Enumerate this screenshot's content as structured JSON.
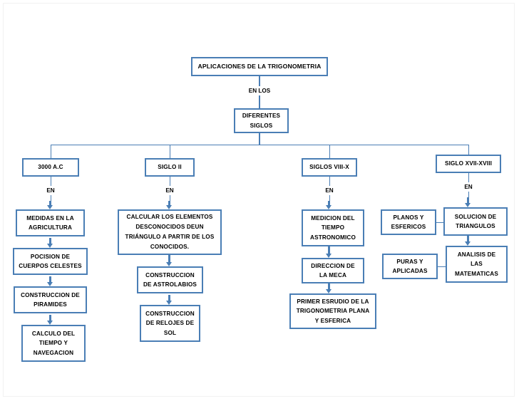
{
  "diagram": {
    "title": "APLICACIONES DE LA TRIGONOMETRIA",
    "type": "flowchart",
    "accent_color": "#4A7EB5",
    "background_color": "#FFFFFF",
    "text_color": "#000000",
    "root": {
      "label": "APLICACIONES DE LA TRIGONOMETRIA"
    },
    "connector_labels": {
      "root_to_hub": "EN LOS",
      "branch_1": "EN",
      "branch_2": "EN",
      "branch_3": "EN",
      "branch_4": "EN"
    },
    "hub": {
      "label": "DIFERENTES\nSIGLOS"
    },
    "branches": [
      {
        "era": "3000 A.C",
        "connector": "EN",
        "steps": [
          "MEDIDAS EN LA\nAGRICULTURA",
          "POCISION DE\nCUERPOS CELESTES",
          "CONSTRUCCION DE\nPIRAMIDES",
          "CALCULO DEL\nTIEMPO Y\nNAVEGACION"
        ]
      },
      {
        "era": "SIGLO II",
        "connector": "EN",
        "steps": [
          "CALCULAR LOS ELEMENTOS\nDESCONOCIDOS DEUN\nTRIÁNGULO A PARTIR DE LOS\nCONOCIDOS.",
          "CONSTRUCCION\nDE ASTROLABIOS",
          "CONSTRUCCION\nDE RELOJES DE\nSOL"
        ]
      },
      {
        "era": "SIGLOS VIII-X",
        "connector": "EN",
        "steps": [
          "MEDICION DEL\nTIEMPO\nASTRONOMICO",
          "DIRECCION DE\nLA MECA",
          "PRIMER ESRUDIO DE LA\nTRIGONOMETRIA PLANA\nY ESFERICA"
        ]
      },
      {
        "era": "SIGLO XVII-XVIII",
        "connector": "EN",
        "steps": [
          "SOLUCION DE\nTRIANGULOS",
          "ANALISIS DE\nLAS\nMATEMATICAS"
        ],
        "annotations": [
          "PLANOS Y\nESFERICOS",
          "PURAS Y\nAPLICADAS"
        ]
      }
    ]
  }
}
